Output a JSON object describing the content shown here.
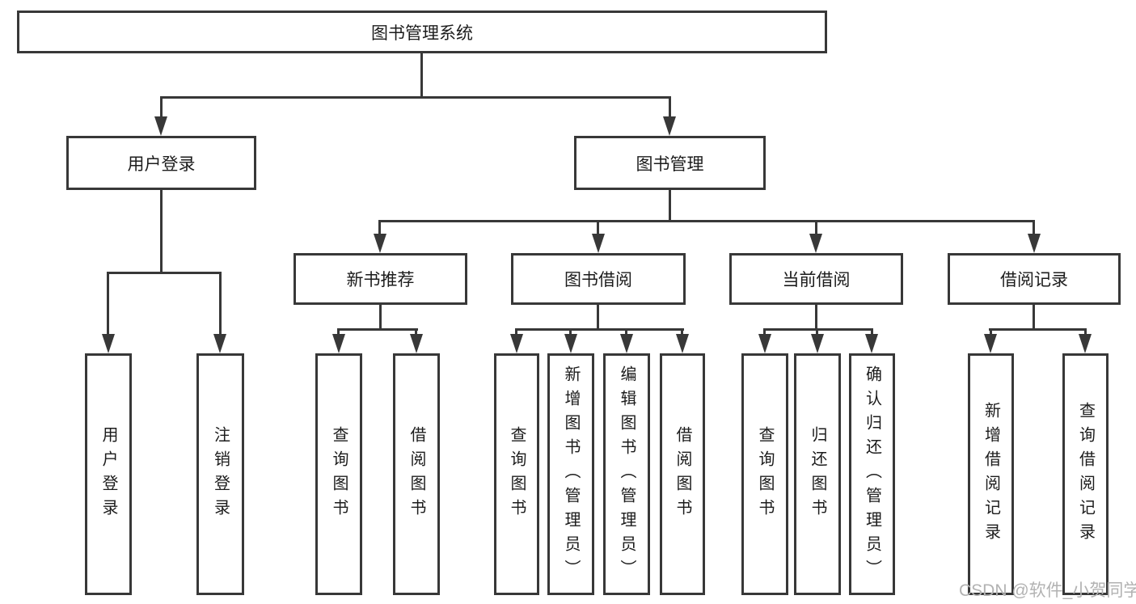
{
  "diagram": {
    "title": "图书管理系统",
    "nodes": {
      "root": "图书管理系统",
      "user_login": "用户登录",
      "book_management": "图书管理",
      "new_book_recommend": "新书推荐",
      "book_borrowing": "图书借阅",
      "current_borrowing": "当前借阅",
      "borrowing_records": "借阅记录",
      "leaf_user_login": "用户登录",
      "leaf_logout": "注销登录",
      "leaf_nbr_query_books": "查询图书",
      "leaf_nbr_borrow_books": "借阅图书",
      "leaf_bb_query_books": "查询图书",
      "leaf_bb_add_books": "新增图书（管理员）",
      "leaf_bb_edit_books": "编辑图书（管理员）",
      "leaf_bb_borrow_books": "借阅图书",
      "leaf_cb_query_books": "查询图书",
      "leaf_cb_return_books": "归还图书",
      "leaf_cb_confirm_return": "确认归还（管理员）",
      "leaf_br_add_record": "新增借阅记录",
      "leaf_br_query_record": "查询借阅记录"
    },
    "hierarchy": {
      "图书管理系统": {
        "用户登录": [
          "用户登录",
          "注销登录"
        ],
        "图书管理": {
          "新书推荐": [
            "查询图书",
            "借阅图书"
          ],
          "图书借阅": [
            "查询图书",
            "新增图书（管理员）",
            "编辑图书（管理员）",
            "借阅图书"
          ],
          "当前借阅": [
            "查询图书",
            "归还图书",
            "确认归还（管理员）"
          ],
          "借阅记录": [
            "新增借阅记录",
            "查询借阅记录"
          ]
        }
      }
    },
    "colors": {
      "line": "#383838",
      "text": "#1c1c1c",
      "background": "#ffffff"
    }
  },
  "watermark": {
    "text": "CSDN @软件_小贺同学",
    "color": "#b2b2b2"
  }
}
